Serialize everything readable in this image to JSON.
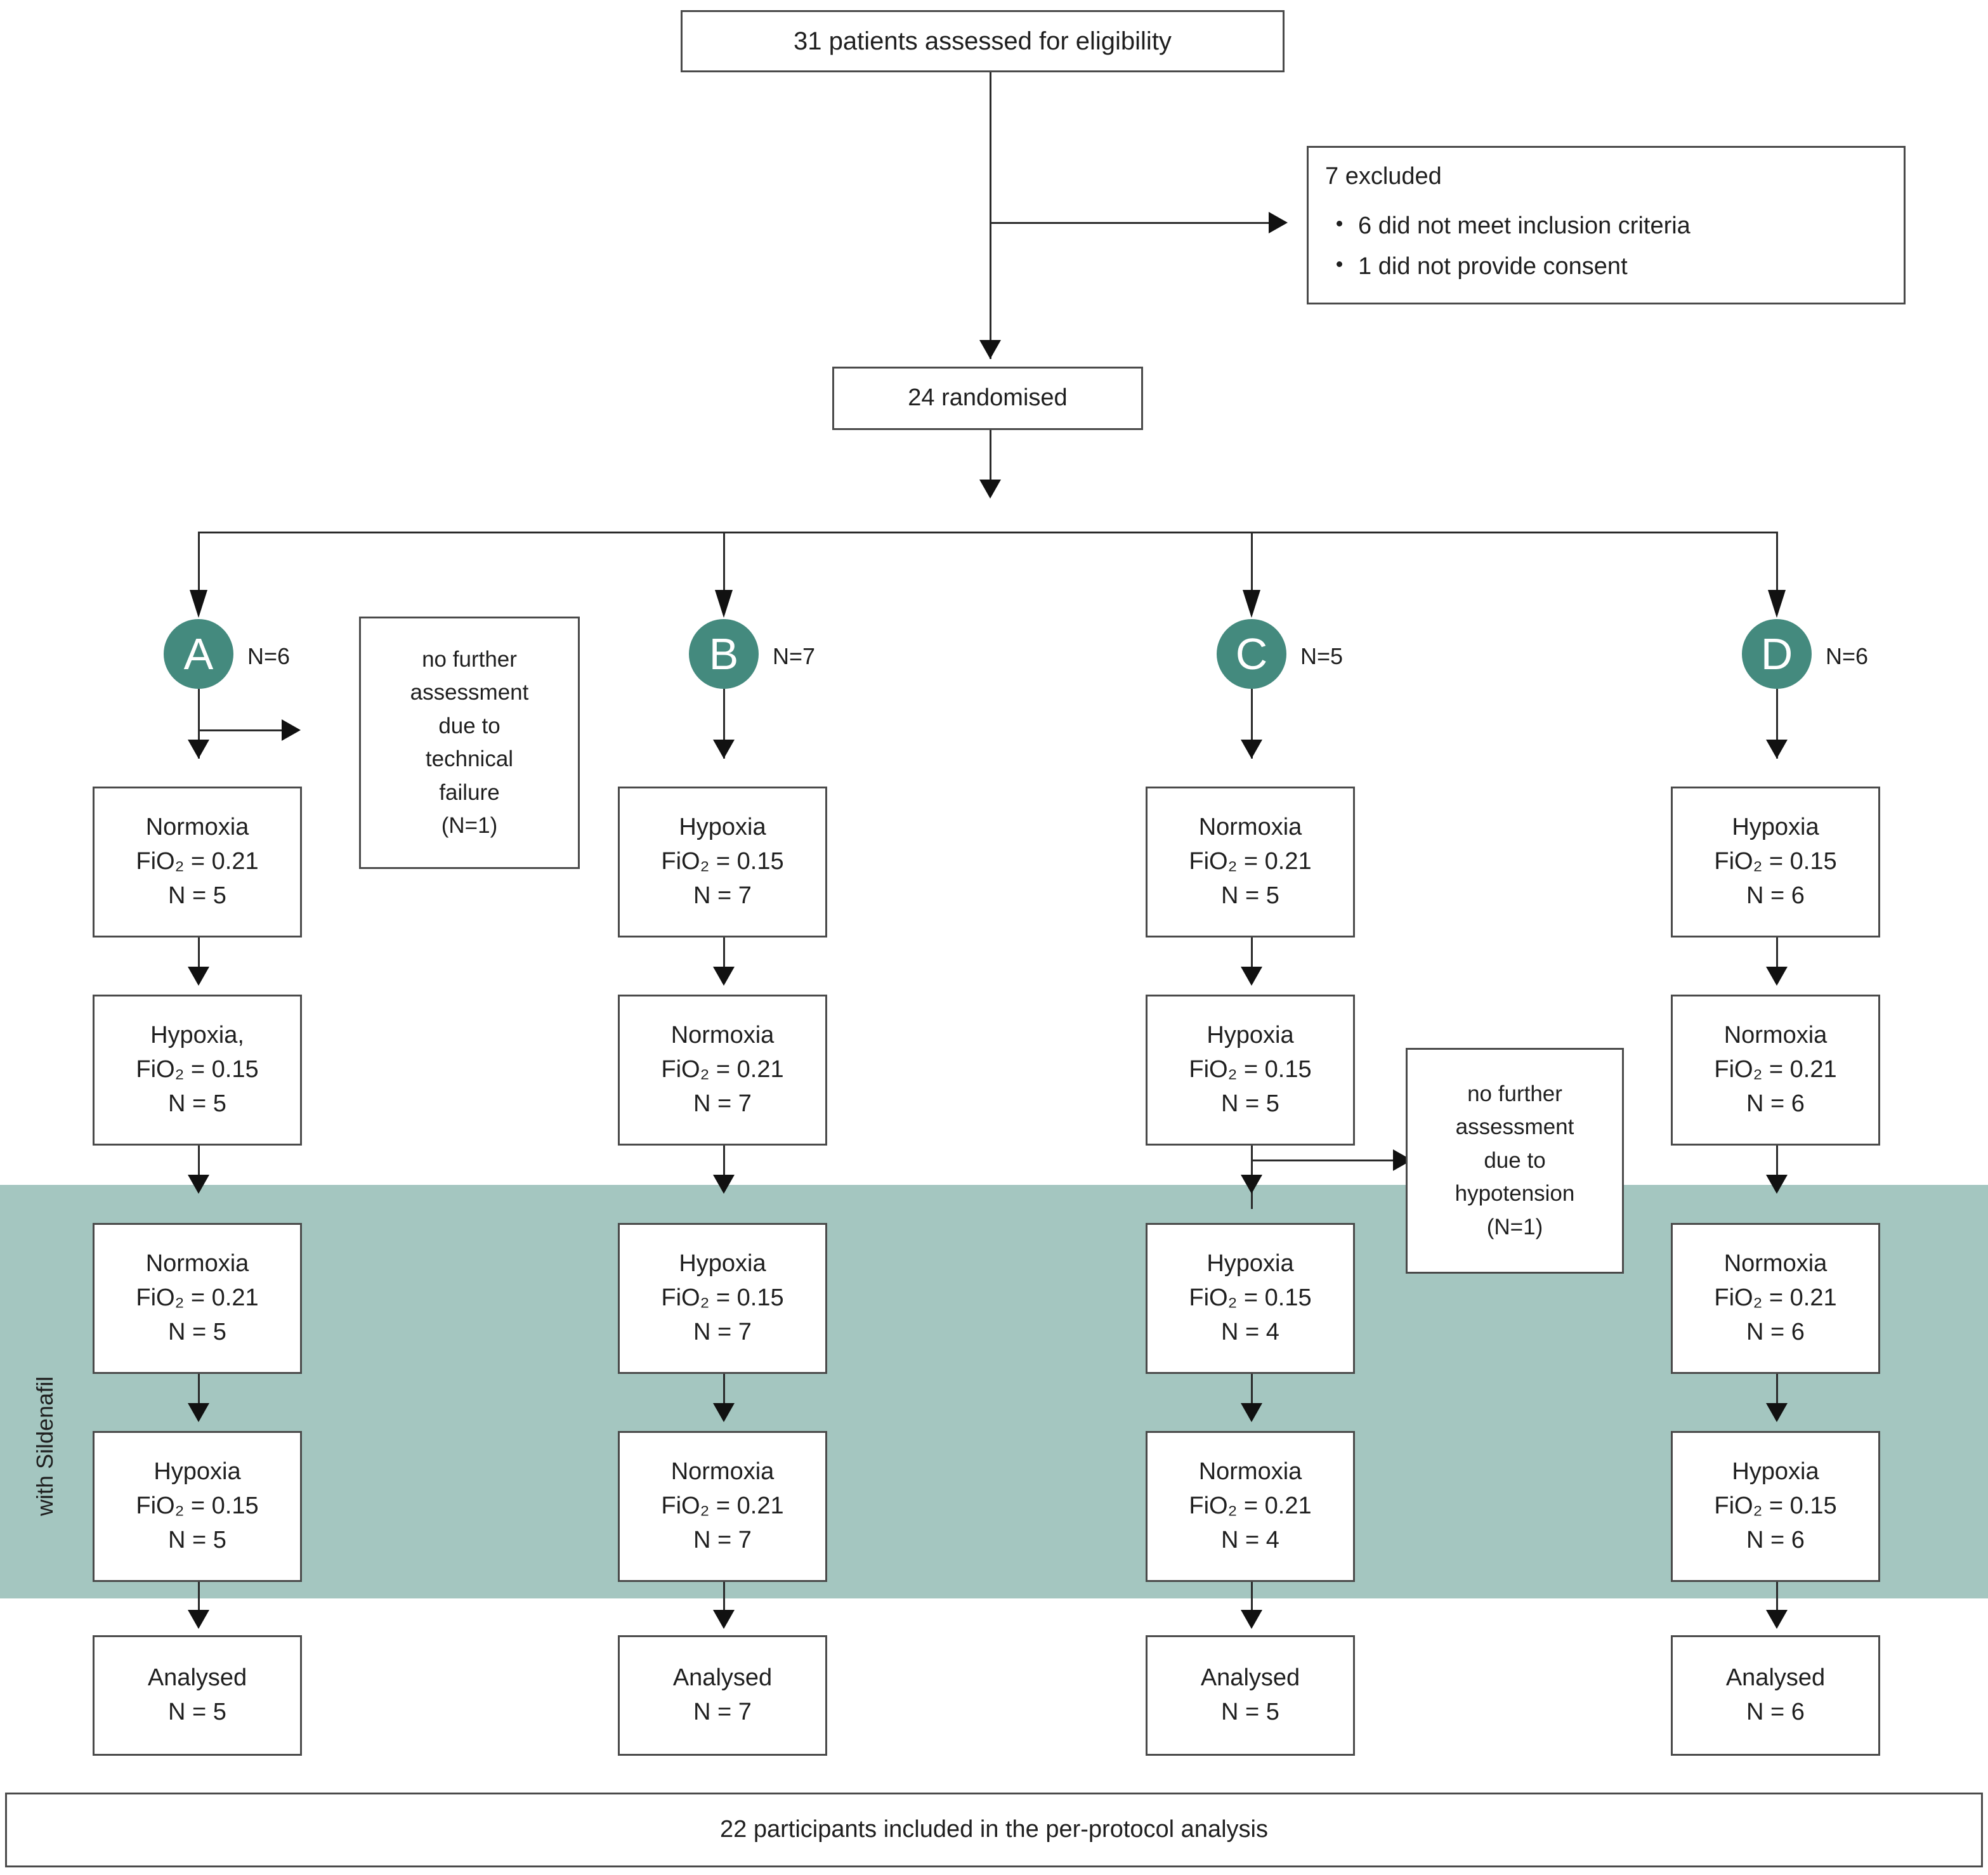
{
  "figure": {
    "type": "consort-flow-diagram",
    "accent_circle_color": "#448a7e",
    "band_color": "#a4c6c0"
  },
  "enrollment": {
    "assessed_label": "31 patients assessed for eligibility",
    "excluded_heading": "7 excluded",
    "excluded_reasons": [
      "6 did not meet inclusion criteria",
      "1 did not provide consent"
    ],
    "randomised_label": "24 randomised"
  },
  "band": {
    "label": "with Sildenafil"
  },
  "arms": [
    {
      "letter": "A",
      "n_label": "N=6",
      "steps": [
        {
          "condition": "Normoxia",
          "fio2": "FiO₂ = 0.21",
          "n": "N = 5"
        },
        {
          "condition": "Hypoxia,",
          "fio2": "FiO₂ = 0.15",
          "n": "N = 5"
        },
        {
          "condition": "Normoxia",
          "fio2": "FiO₂ = 0.21",
          "n": "N = 5"
        },
        {
          "condition": "Hypoxia",
          "fio2": "FiO₂ = 0.15",
          "n": "N = 5"
        }
      ],
      "analysed": {
        "label": "Analysed",
        "n": "N = 5"
      }
    },
    {
      "letter": "B",
      "n_label": "N=7",
      "steps": [
        {
          "condition": "Hypoxia",
          "fio2": "FiO₂ = 0.15",
          "n": "N = 7"
        },
        {
          "condition": "Normoxia",
          "fio2": "FiO₂ = 0.21",
          "n": "N = 7"
        },
        {
          "condition": "Hypoxia",
          "fio2": "FiO₂ = 0.15",
          "n": "N = 7"
        },
        {
          "condition": "Normoxia",
          "fio2": "FiO₂ = 0.21",
          "n": "N = 7"
        }
      ],
      "analysed": {
        "label": "Analysed",
        "n": "N = 7"
      }
    },
    {
      "letter": "C",
      "n_label": "N=5",
      "steps": [
        {
          "condition": "Normoxia",
          "fio2": "FiO₂ = 0.21",
          "n": "N = 5"
        },
        {
          "condition": "Hypoxia",
          "fio2": "FiO₂ = 0.15",
          "n": "N = 5"
        },
        {
          "condition": "Hypoxia",
          "fio2": "FiO₂ = 0.15",
          "n": "N = 4"
        },
        {
          "condition": "Normoxia",
          "fio2": "FiO₂ = 0.21",
          "n": "N = 4"
        }
      ],
      "analysed": {
        "label": "Analysed",
        "n": "N = 5"
      }
    },
    {
      "letter": "D",
      "n_label": "N=6",
      "steps": [
        {
          "condition": "Hypoxia",
          "fio2": "FiO₂ = 0.15",
          "n": "N = 6"
        },
        {
          "condition": "Normoxia",
          "fio2": "FiO₂ = 0.21",
          "n": "N = 6"
        },
        {
          "condition": "Normoxia",
          "fio2": "FiO₂ = 0.21",
          "n": "N = 6"
        },
        {
          "condition": "Hypoxia",
          "fio2": "FiO₂ = 0.15",
          "n": "N = 6"
        }
      ],
      "analysed": {
        "label": "Analysed",
        "n": "N = 6"
      }
    }
  ],
  "dropouts": [
    {
      "arm": "A",
      "lines": [
        "no further",
        "assessment",
        "due to",
        "technical",
        "failure",
        "(N=1)"
      ]
    },
    {
      "arm": "C",
      "lines": [
        "no further",
        "assessment",
        "due to",
        "hypotension",
        "(N=1)"
      ]
    }
  ],
  "footer": {
    "label": "22 participants included in the per-protocol analysis"
  }
}
